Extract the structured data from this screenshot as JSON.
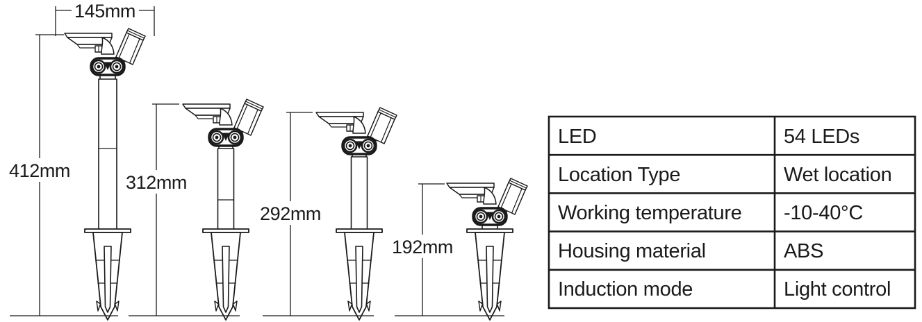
{
  "diagram": {
    "title": "Solar spotlight dimension drawing",
    "background_color": "#ffffff",
    "line_color": "#1a1a1a",
    "units": "mm",
    "width_dimension": {
      "label": "145mm",
      "value": 145,
      "orientation": "horizontal"
    },
    "products": [
      {
        "id": "lamp-1",
        "height_label": "412mm",
        "height_value": 412,
        "has_pole": true,
        "pole_length": "long"
      },
      {
        "id": "lamp-2",
        "height_label": "312mm",
        "height_value": 312,
        "has_pole": true,
        "pole_length": "medium"
      },
      {
        "id": "lamp-3",
        "height_label": "292mm",
        "height_value": 292,
        "has_pole": true,
        "pole_length": "short"
      },
      {
        "id": "lamp-4",
        "height_label": "192mm",
        "height_value": 192,
        "has_pole": false,
        "pole_length": "none"
      }
    ],
    "components": [
      "solar-panel",
      "spotlight-head",
      "adjustment-hub",
      "pole",
      "ground-spike"
    ]
  },
  "spec_table": {
    "column_count": 2,
    "rows": [
      {
        "property": "LED",
        "value": "54 LEDs"
      },
      {
        "property": "Location Type",
        "value": "Wet location"
      },
      {
        "property": "Working temperature",
        "value": "-10-40°C"
      },
      {
        "property": "Housing material",
        "value": "ABS"
      },
      {
        "property": "Induction mode",
        "value": "Light control"
      }
    ]
  }
}
